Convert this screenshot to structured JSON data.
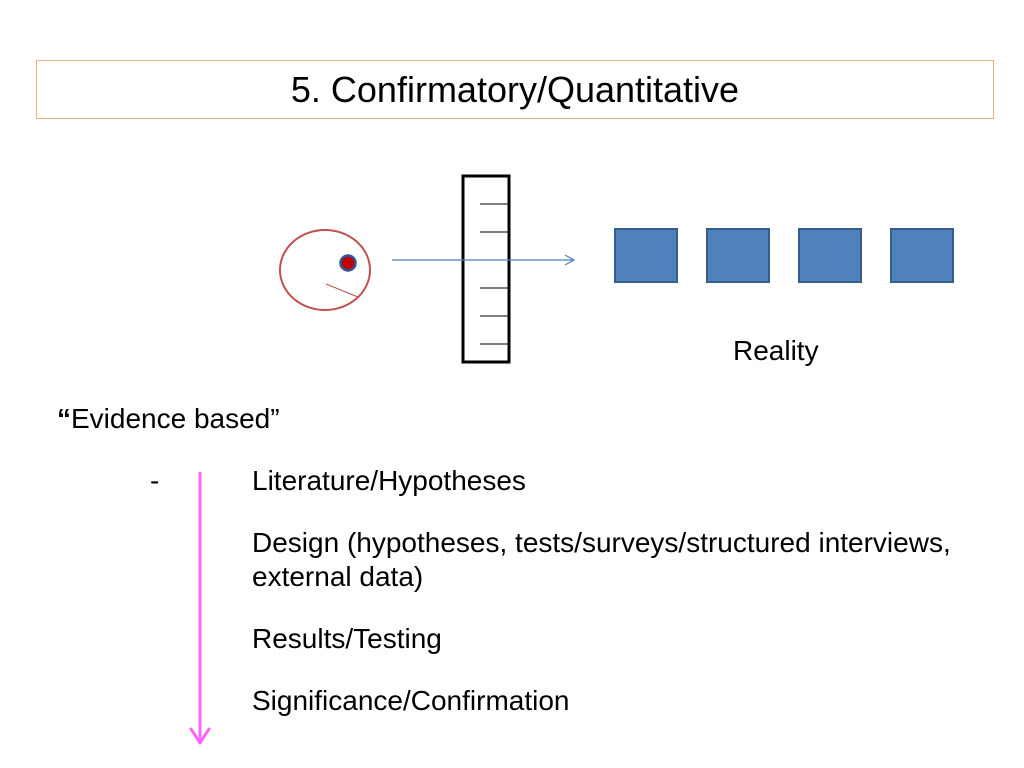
{
  "slide": {
    "title": "5. Confirmatory/Quantitative",
    "reality_label": "Reality",
    "evidence_open_quote": "“",
    "evidence_text": "Evidence based”",
    "dash": "-",
    "steps": [
      "Literature/Hypotheses",
      "Design (hypotheses, tests/surveys/structured interviews, external data)",
      "Results/Testing",
      "Significance/Confirmation"
    ]
  },
  "colors": {
    "title_border": "#f0b27a",
    "eye_outline": "#c0504d",
    "pupil_fill": "#c00000",
    "pupil_outline": "#2f5597",
    "sight_line": "#4f81bd",
    "reality_square_fill": "#4f81bd",
    "reality_square_border": "#385d8a",
    "process_arrow": "#ff66ff"
  }
}
